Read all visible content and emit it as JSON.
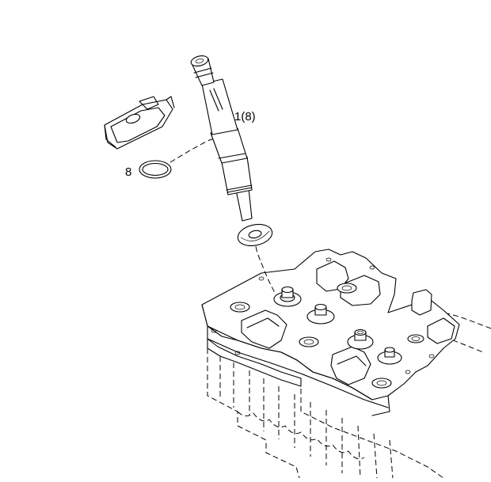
{
  "diagram": {
    "labels": {
      "injector": "1(8)",
      "o_ring": "8"
    },
    "parts": [
      {
        "id": "injector",
        "callout": "1(8)"
      },
      {
        "id": "o-ring",
        "callout": "8"
      },
      {
        "id": "injector-clamp",
        "callout": ""
      },
      {
        "id": "sealing-washer",
        "callout": ""
      },
      {
        "id": "cylinder-head",
        "callout": ""
      }
    ],
    "colors": {
      "line": "#000000",
      "background": "#ffffff"
    }
  }
}
